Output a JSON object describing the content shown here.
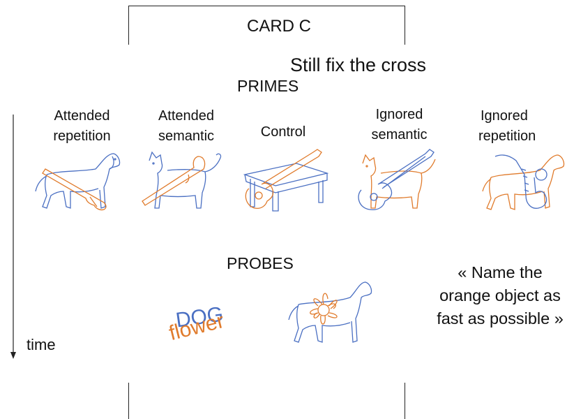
{
  "card_title": "CARD C",
  "instruction_fix": "Still fix the cross",
  "primes_heading": "PRIMES",
  "prime_conditions": [
    {
      "line1": "Attended",
      "line2": "repetition"
    },
    {
      "line1": "Attended",
      "line2": "semantic"
    },
    {
      "line1": "Control",
      "line2": ""
    },
    {
      "line1": "Ignored",
      "line2": "semantic"
    },
    {
      "line1": "Ignored",
      "line2": "repetition"
    }
  ],
  "probes_heading": "PROBES",
  "probe_word_blue": "DOG",
  "probe_word_orange": "flower",
  "task_instruction": [
    "« Name the",
    "orange object as",
    "fast as possible »"
  ],
  "time_label": "time",
  "colors": {
    "blue": "#4a6fc2",
    "orange": "#e07b2c"
  }
}
